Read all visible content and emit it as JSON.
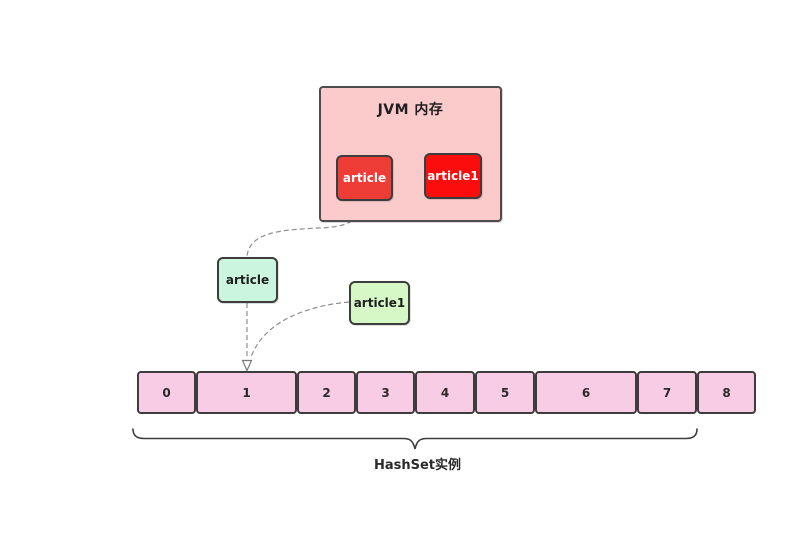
{
  "jvm": {
    "title": "JVM 内存",
    "objects": [
      {
        "label": "article"
      },
      {
        "label": "article1"
      }
    ]
  },
  "set_elements": [
    {
      "label": "article"
    },
    {
      "label": "article1"
    }
  ],
  "array": {
    "cells": [
      "0",
      "1",
      "2",
      "3",
      "4",
      "5",
      "6",
      "7",
      "8"
    ]
  },
  "brace": {
    "label": "HashSet实例"
  },
  "icons": {
    "arrowhead": "open-triangle-down"
  },
  "colors": {
    "canvas_bg": "#ffffff",
    "jvm_box_fill": "#fbcbcb",
    "jvm_article_fill": "#ee3c36",
    "jvm_article1_fill": "#fb0d0d",
    "set_article_fill": "#ccf5e0",
    "set_article1_fill": "#d6f7c6",
    "array_cell_fill": "#f8cce5",
    "box_border": "#3d3d3d",
    "connector_line": "#8f8f8f",
    "brace_stroke": "#3d3d3d",
    "text_dark": "#1f1f1f",
    "text_light": "#ffffff"
  }
}
